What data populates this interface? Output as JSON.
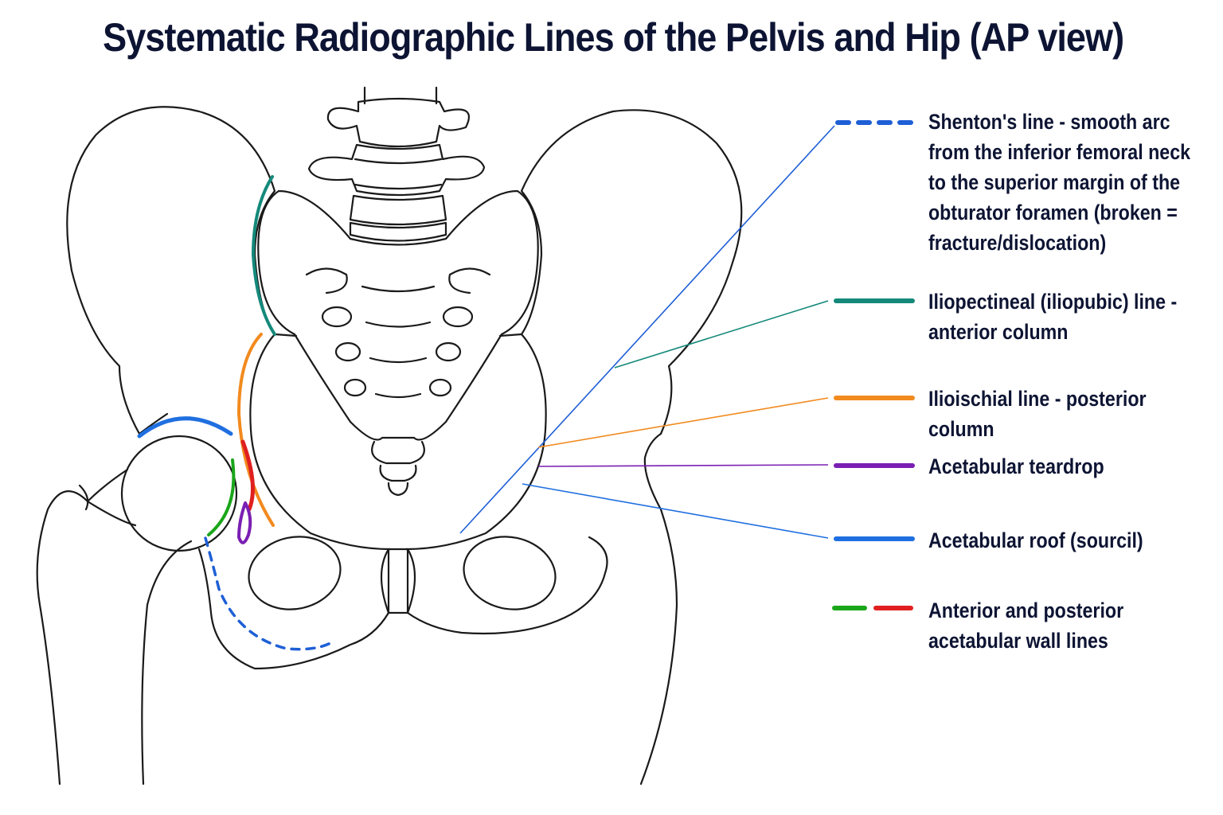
{
  "title": "Systematic Radiographic Lines of the Pelvis and Hip (AP view)",
  "colors": {
    "outline": "#1a1a1a",
    "shenton": "#1f5fd6",
    "iliopectineal": "#14897a",
    "ilioischial": "#f28a1e",
    "teardrop": "#7a1fb3",
    "roof": "#1f6fe0",
    "anterior_wall": "#1aa61a",
    "posterior_wall": "#e02020"
  },
  "legend": [
    {
      "key": "shenton",
      "label": "Shenton's line - smooth arc\nfrom the inferior femoral neck\nto the superior margin of the\nobturator foramen (broken =\nfracture/dislocation)",
      "swatch": "dashed"
    },
    {
      "key": "iliopectineal",
      "label": "Iliopectineal (iliopubic) line -\nanterior column",
      "swatch": "solid"
    },
    {
      "key": "ilioischial",
      "label": "Ilioischial line - posterior column",
      "swatch": "solid"
    },
    {
      "key": "teardrop",
      "label": "Acetabular teardrop",
      "swatch": "solid"
    },
    {
      "key": "roof",
      "label": "Acetabular roof (sourcil)",
      "swatch": "solid"
    },
    {
      "key": "walls",
      "label": "Anterior and posterior\nacetabular wall lines",
      "swatch": "split"
    }
  ]
}
